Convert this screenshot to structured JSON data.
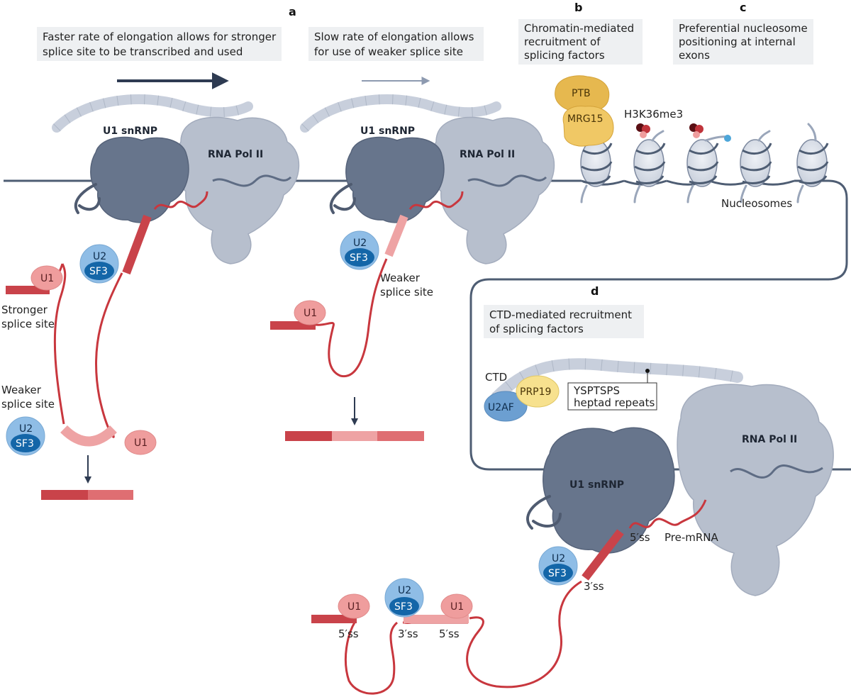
{
  "panels": {
    "a": "a",
    "b": "b",
    "c": "c",
    "d": "d"
  },
  "captions": {
    "fast": [
      "Faster rate of elongation allows for stronger",
      "splice site to be transcribed and used"
    ],
    "slow": [
      "Slow rate of elongation allows",
      "for use of weaker splice site"
    ],
    "b": [
      "Chromatin-mediated",
      "recruitment of",
      "splicing factors"
    ],
    "c": [
      "Preferential nucleosome",
      "positioning at internal",
      "exons"
    ],
    "d": [
      "CTD-mediated recruitment",
      "of splicing factors"
    ]
  },
  "labels": {
    "u1snrnp": "U1 snRNP",
    "rnapol": "RNA Pol II",
    "u1": "U1",
    "u2": "U2",
    "sf3": "SF3",
    "stronger_site": [
      "Stronger",
      "splice site"
    ],
    "weaker_site": [
      "Weaker",
      "splice site"
    ],
    "ptb": "PTB",
    "mrg15": "MRG15",
    "h3k36": "H3K36me3",
    "nucleosomes": "Nucleosomes",
    "ctd": "CTD",
    "prp19": "PRP19",
    "u2af": "U2AF",
    "heptad": [
      "YSPTSPS",
      "heptad repeats"
    ],
    "premrna": "Pre-mRNA",
    "five_ss": "5′ss",
    "three_ss": "3′ss"
  },
  "colors": {
    "dna": "#4e5d73",
    "rna": "#c8373e",
    "exon_strong": "#c9434a",
    "exon_weak": "#eea3a4",
    "exon_mid": "#df6e72",
    "u1": "#ef9d9d",
    "u2": "#8fbde6",
    "sf3": "#1466a8",
    "polymerase": "#b7bfcd",
    "u1snrnp": "#67758c",
    "ptb": "#e6b84f",
    "prp19": "#f7e18e",
    "u2af": "#6c9fd1",
    "ctd": "#c8cfdc",
    "box": "#eef0f2"
  }
}
